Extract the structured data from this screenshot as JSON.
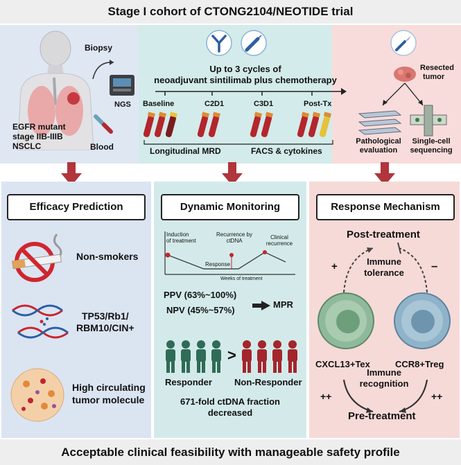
{
  "title": "Stage I cohort of CTONG2104/NEOTIDE trial",
  "footer": "Acceptable clinical feasibility with manageable safety profile",
  "colors": {
    "blue_panel": "#dde6f3",
    "teal_panel": "#d6ecec",
    "pink_panel": "#f7dcdb",
    "arrow": "#b0353c",
    "dark_red": "#a3262c",
    "green_person": "#2f6b57"
  },
  "top": {
    "left": {
      "biopsy": "Biopsy",
      "ngs": "NGS",
      "patient_line1": "EGFR mutant",
      "patient_line2": "stage IIB-IIIB",
      "patient_line3": "NSCLC",
      "blood": "Blood"
    },
    "middle": {
      "regimen_line1": "Up to 3 cycles of",
      "regimen_line2": "neoadjuvant sintilimab plus chemotherapy",
      "timepoints": [
        "Baseline",
        "C2D1",
        "C3D1",
        "Post-Tx"
      ],
      "mrd": "Longitudinal MRD",
      "facs": "FACS & cytokines"
    },
    "right": {
      "resected_line1": "Resected",
      "resected_line2": "tumor",
      "path_line1": "Pathological",
      "path_line2": "evaluation",
      "sc_line1": "Single-cell",
      "sc_line2": "sequencing"
    }
  },
  "efficacy": {
    "title": "Efficacy Prediction",
    "nonsmokers": "Non-smokers",
    "genes_line1": "TP53/Rb1/",
    "genes_line2": "RBM10/CIN+",
    "circ_line1": "High circulating",
    "circ_line2": "tumor molecule"
  },
  "monitoring": {
    "title": "Dynamic Monitoring",
    "chart": {
      "induction_line1": "Induction",
      "induction_line2": "of treatment",
      "recurrence_line1": "Recurrence by",
      "recurrence_line2": "ctDNA",
      "clinical_line1": "Clinical",
      "clinical_line2": "recurrence",
      "response": "Response",
      "xlabel": "Weeks of treatment"
    },
    "ppv": "PPV (63%~100%)",
    "npv": "NPV (45%~57%)",
    "mpr": "MPR",
    "responder": "Responder",
    "gt": ">",
    "nonresponder": "Non-Responder",
    "fold_line1": "671-fold ctDNA fraction",
    "fold_line2": "decreased"
  },
  "mechanism": {
    "title": "Response Mechanism",
    "post": "Post-treatment",
    "pre": "Pre-treatment",
    "tol_line1": "Immune",
    "tol_line2": "tolerance",
    "rec_line1": "Immune",
    "rec_line2": "recognition",
    "plus": "+",
    "minus": "–",
    "pp_left": "++",
    "pp_right": "++",
    "cell_left": "CXCL13+Tex",
    "cell_right": "CCR8+Treg"
  }
}
